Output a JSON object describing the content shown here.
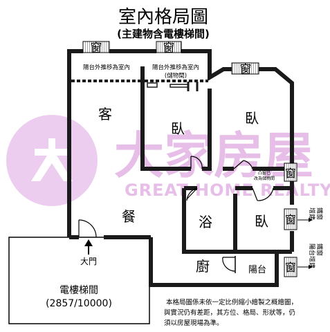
{
  "title": "室內格局圖",
  "subtitle": "(主建物含電樓梯間)",
  "rooms": {
    "living": "客",
    "bedroom_left": "臥",
    "bedroom_right": "臥",
    "bedroom_small": "臥",
    "dining": "餐",
    "bath": "浴",
    "kitchen": "廚",
    "balcony": "陽台",
    "elevator_title": "電樓梯間",
    "elevator_share": "(2857/10000)"
  },
  "window_label": "窗",
  "notes": {
    "balcony_left": "陽台外推移為室內",
    "balcony_mid": "陽台外推移為室內",
    "balcony_mid_sub": "(儲物間)",
    "bay_window": [
      "凸窗已",
      "改為儲物間"
    ],
    "iron_window": [
      "增建",
      "鐵窗"
    ],
    "balcony_iron": [
      "陽台增建",
      "鐵窗"
    ]
  },
  "entrance": "大門",
  "disclaimer": [
    "本格局圖係未依一定比例縮小繪製之概繪圖，",
    "與實況仍有差距，其方位、格局、形狀等，仍",
    "須以房屋現場為準。"
  ],
  "watermark": {
    "name": "大家房屋",
    "english": "GREAT HOME REALTY"
  },
  "colors": {
    "wall": "#1a1a1a",
    "watermark": "#e7c3e9",
    "line": "#000000"
  }
}
